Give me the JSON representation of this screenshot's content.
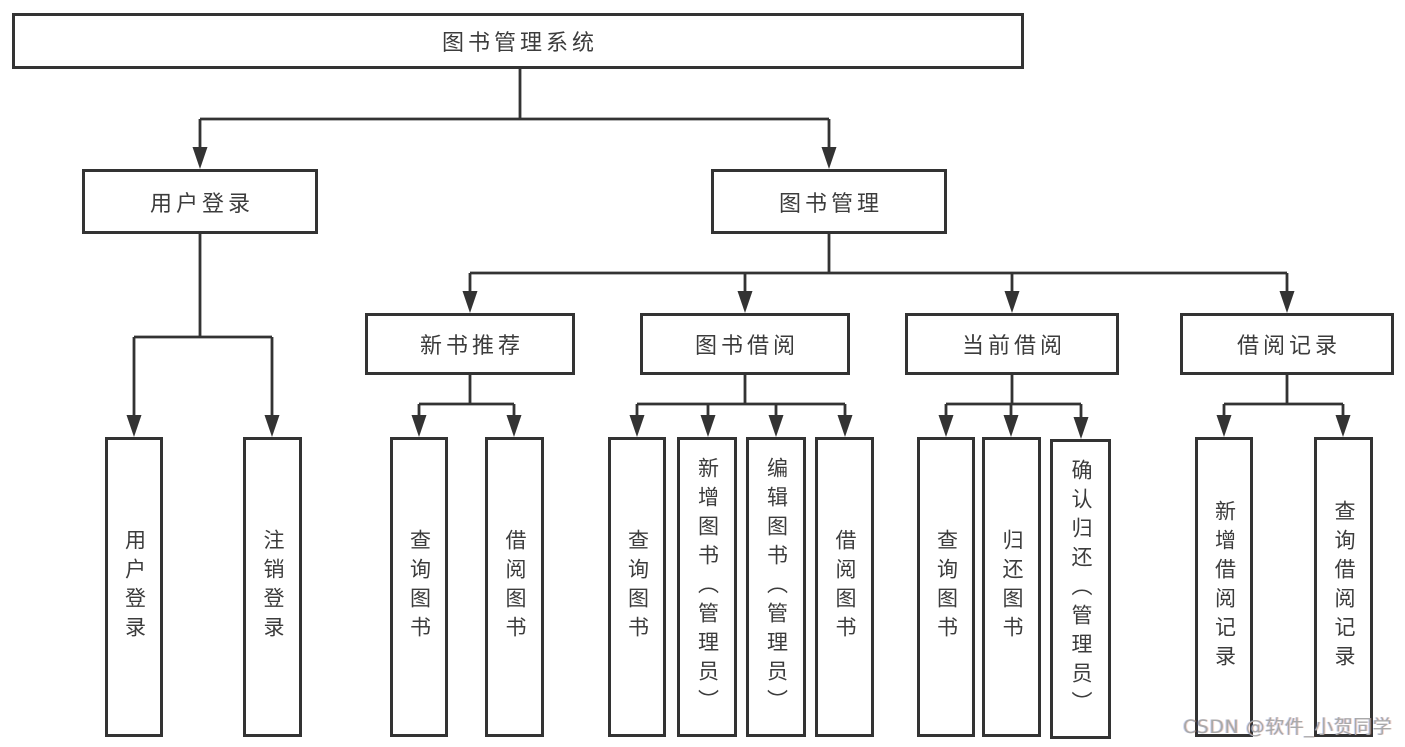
{
  "diagram": {
    "title": "图书管理系统",
    "nodes": {
      "root": "图书管理系统",
      "user_login": "用户登录",
      "book_management": "图书管理",
      "new_book_recommend": "新书推荐",
      "book_borrowing": "图书借阅",
      "current_borrowing": "当前借阅",
      "borrowing_records": "借阅记录",
      "leaf_user_login": "用户登录",
      "leaf_logout": "注销登录",
      "recommend_query_books": "查询图书",
      "recommend_borrow_books": "借阅图书",
      "borrowing_query_books": "查询图书",
      "borrowing_add_books": "新增图书（管理员）",
      "borrowing_edit_books": "编辑图书（管理员）",
      "borrowing_borrow_books": "借阅图书",
      "current_query_books": "查询图书",
      "current_return_books": "归还图书",
      "current_confirm_return": "确认归还（管理员）",
      "records_add_record": "新增借阅记录",
      "records_query_record": "查询借阅记录"
    },
    "hierarchy": {
      "图书管理系统": {
        "用户登录": [
          "用户登录",
          "注销登录"
        ],
        "图书管理": {
          "新书推荐": [
            "查询图书",
            "借阅图书"
          ],
          "图书借阅": [
            "查询图书",
            "新增图书（管理员）",
            "编辑图书（管理员）",
            "借阅图书"
          ],
          "当前借阅": [
            "查询图书",
            "归还图书",
            "确认归还（管理员）"
          ],
          "借阅记录": [
            "新增借阅记录",
            "查询借阅记录"
          ]
        }
      }
    },
    "colors": {
      "line": "#333333",
      "box_border": "#333333",
      "text": "#3c3c3c",
      "background": "#ffffff",
      "watermark": "#a9a9a9"
    },
    "watermark": "CSDN @软件_小贺同学"
  }
}
